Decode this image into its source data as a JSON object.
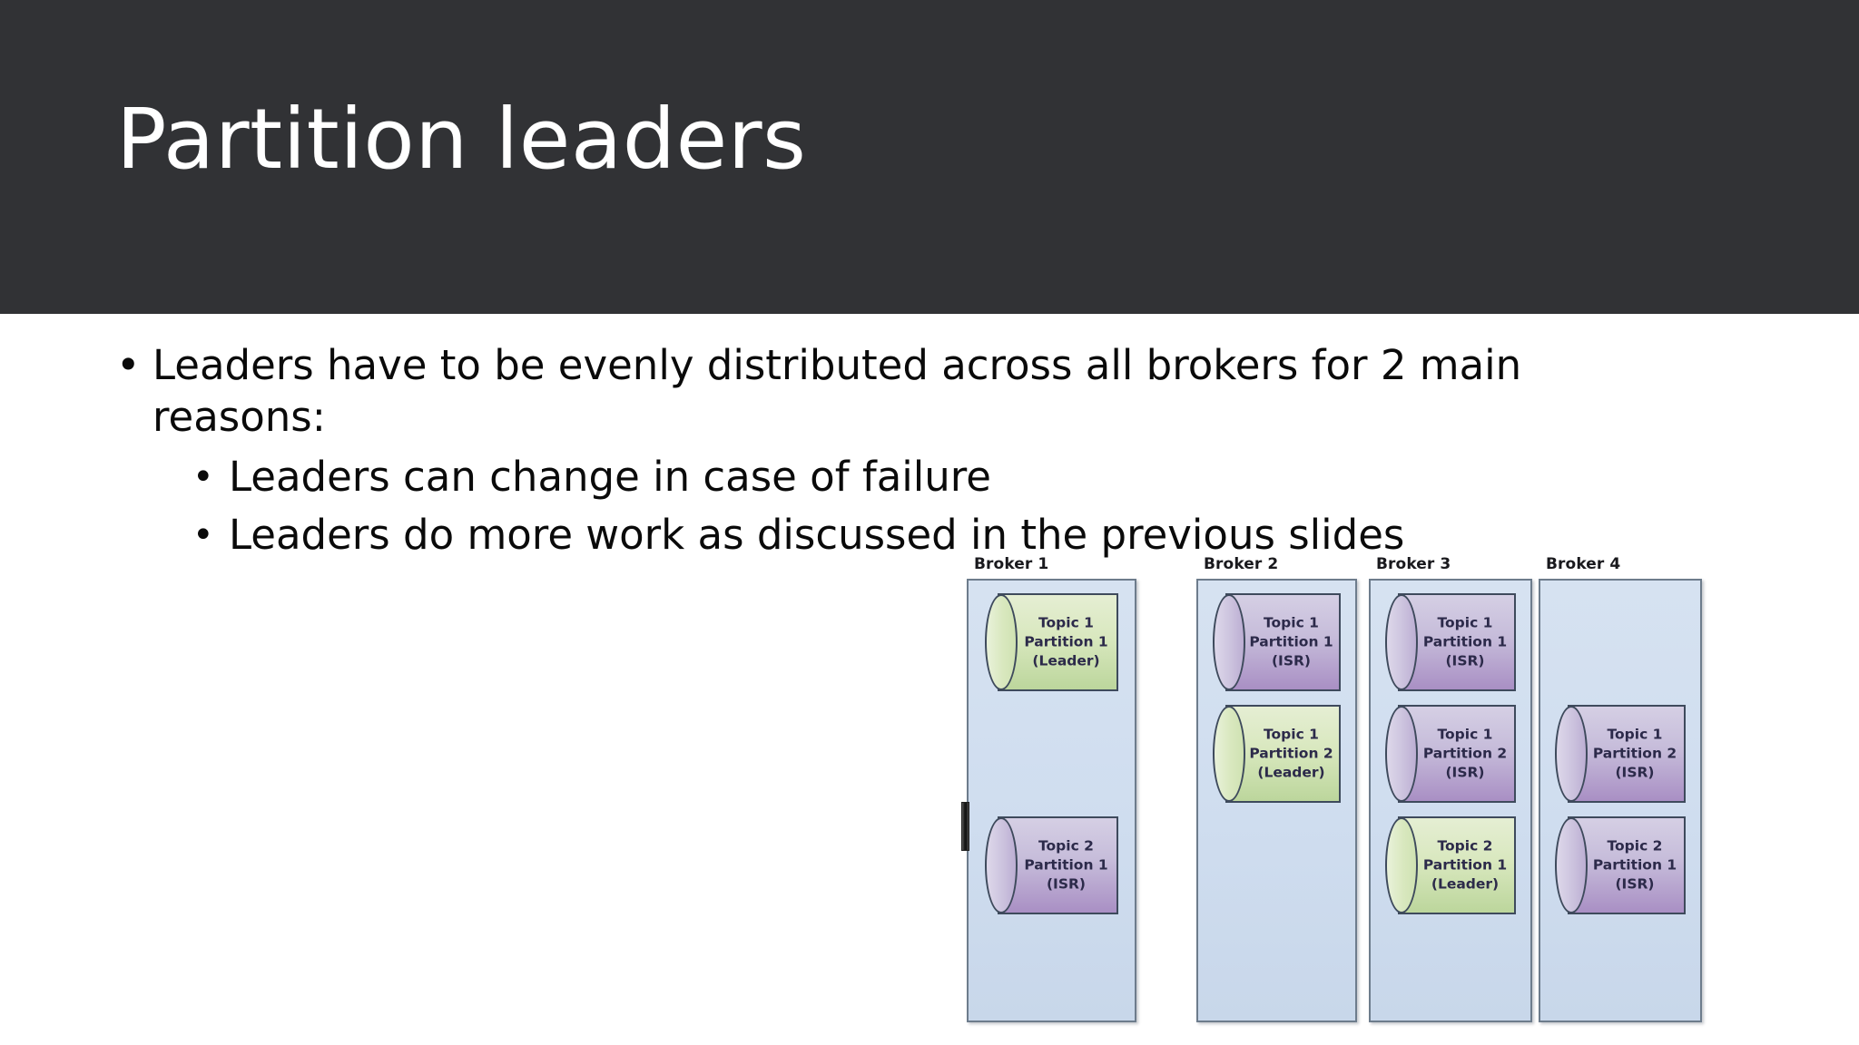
{
  "slide": {
    "title": "Partition leaders",
    "header_bg": "#313235",
    "body_bg": "#ffffff",
    "title_color": "#ffffff"
  },
  "bullets": {
    "level1": [
      {
        "marker": "•",
        "text": "Leaders have to be evenly distributed across all brokers for 2 main reasons:"
      }
    ],
    "level2": [
      {
        "marker": "•",
        "text": "Leaders can change in case of failure"
      },
      {
        "marker": "•",
        "text": "Leaders do more work as discussed in the previous slides"
      }
    ]
  },
  "diagram": {
    "name": "kafka-broker-partition-layout",
    "panel_bg": "#d3e0f0",
    "panel_border": "#6d7c8c",
    "leader_color": "#d9e8bf",
    "isr_color": "#bfb0d6",
    "brokers": [
      {
        "label": "Broker 1",
        "slots": [
          {
            "slot": 1,
            "topic": "Topic 1",
            "partition": "Partition 1",
            "role": "(Leader)",
            "state": "leader"
          },
          {
            "slot": 2,
            "topic": "",
            "partition": "",
            "role": "",
            "state": "empty"
          },
          {
            "slot": 3,
            "topic": "Topic 2",
            "partition": "Partition 1",
            "role": "(ISR)",
            "state": "isr"
          }
        ]
      },
      {
        "label": "Broker 2",
        "slots": [
          {
            "slot": 1,
            "topic": "Topic 1",
            "partition": "Partition 1",
            "role": "(ISR)",
            "state": "isr"
          },
          {
            "slot": 2,
            "topic": "Topic 1",
            "partition": "Partition 2",
            "role": "(Leader)",
            "state": "leader"
          },
          {
            "slot": 3,
            "topic": "",
            "partition": "",
            "role": "",
            "state": "empty"
          }
        ]
      },
      {
        "label": "Broker 3",
        "slots": [
          {
            "slot": 1,
            "topic": "Topic 1",
            "partition": "Partition 1",
            "role": "(ISR)",
            "state": "isr"
          },
          {
            "slot": 2,
            "topic": "Topic 1",
            "partition": "Partition 2",
            "role": "(ISR)",
            "state": "isr"
          },
          {
            "slot": 3,
            "topic": "Topic 2",
            "partition": "Partition 1",
            "role": "(Leader)",
            "state": "leader"
          }
        ]
      },
      {
        "label": "Broker 4",
        "slots": [
          {
            "slot": 1,
            "topic": "",
            "partition": "",
            "role": "",
            "state": "empty"
          },
          {
            "slot": 2,
            "topic": "Topic 1",
            "partition": "Partition 2",
            "role": "(ISR)",
            "state": "isr"
          },
          {
            "slot": 3,
            "topic": "Topic 2",
            "partition": "Partition 1",
            "role": "(ISR)",
            "state": "isr"
          }
        ]
      }
    ]
  }
}
